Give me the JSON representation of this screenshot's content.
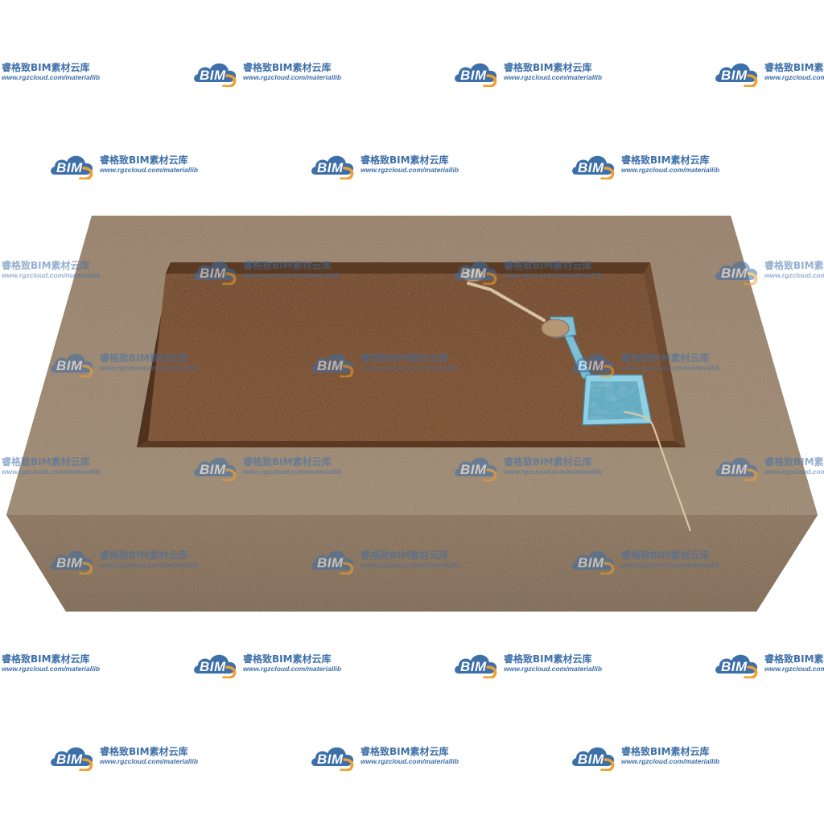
{
  "watermark": {
    "logo_text": "BIM",
    "title": "睿格致BIM素材云库",
    "url": "www.rgzcloud.com/materiallib",
    "icon": "bim-cloud-logo-icon",
    "colors": {
      "cloud": "#3d6fa8",
      "accent": "#f0a030"
    }
  },
  "scene": {
    "subject": "soil-pit-model",
    "colors": {
      "outer_soil": "#8a7158",
      "inner_soil": "#6b4226",
      "water": "#5fa9c2",
      "pipe": "#cdb48c"
    }
  }
}
